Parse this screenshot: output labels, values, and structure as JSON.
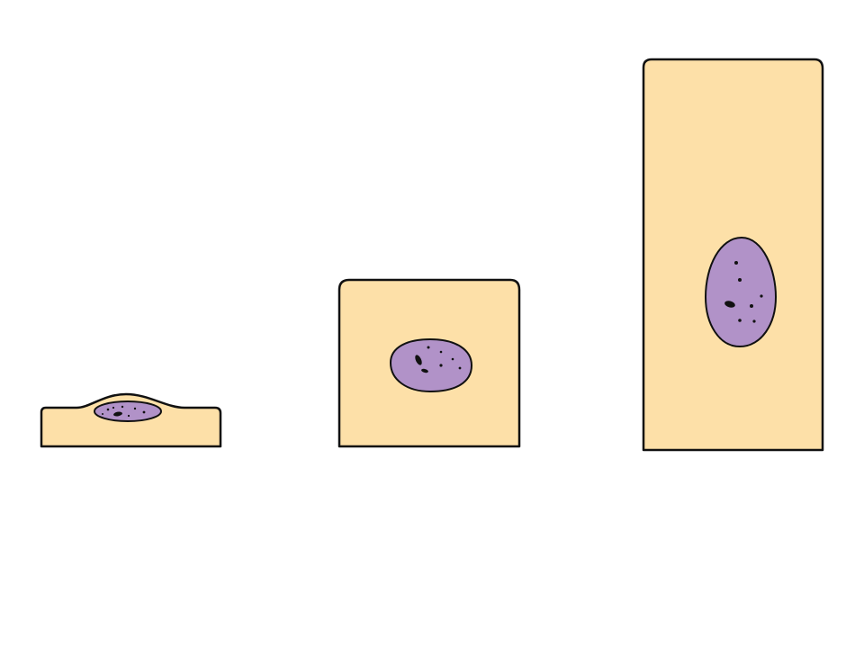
{
  "diagram": {
    "type": "epithelial-cell-shapes",
    "colors": {
      "background": "#ffffff",
      "cytoplasm": "#fde0a8",
      "nucleus": "#b192c8",
      "outline": "#111111",
      "chromatin": "#111111"
    },
    "cells": [
      {
        "shape": "squamous",
        "nucleus_shape": "flattened-oval",
        "chromatin_spots": 8
      },
      {
        "shape": "cuboidal",
        "nucleus_shape": "round-oval",
        "chromatin_spots": 7
      },
      {
        "shape": "columnar",
        "nucleus_shape": "elongated-oval",
        "chromatin_spots": 7
      }
    ]
  }
}
